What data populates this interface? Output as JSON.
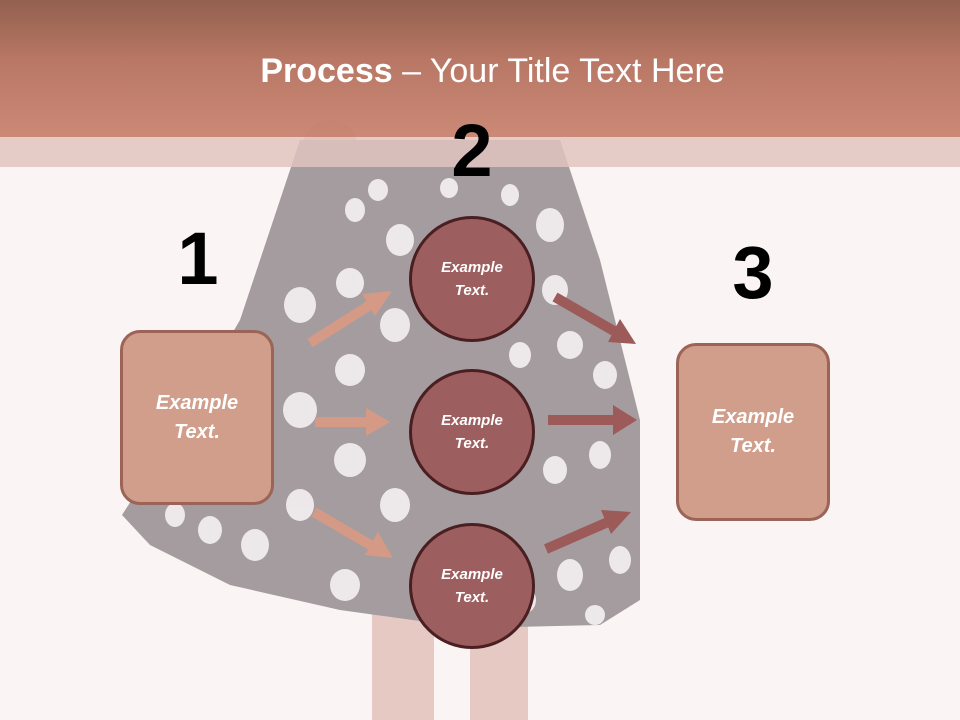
{
  "title": {
    "bold": "Process",
    "rest": " – Your Title Text Here"
  },
  "steps": {
    "one": "1",
    "two": "2",
    "three": "3"
  },
  "left_box": {
    "label": "Example Text."
  },
  "circles": [
    {
      "label": "Example Text."
    },
    {
      "label": "Example Text."
    },
    {
      "label": "Example Text."
    }
  ],
  "right_box": {
    "label": "Example Text."
  },
  "colors": {
    "header": "#b6735f",
    "box_fill": "#d19e8b",
    "circle_fill": "#9d5e60",
    "arrow_light": "#d49a86",
    "arrow_dark": "#9c5a58"
  }
}
